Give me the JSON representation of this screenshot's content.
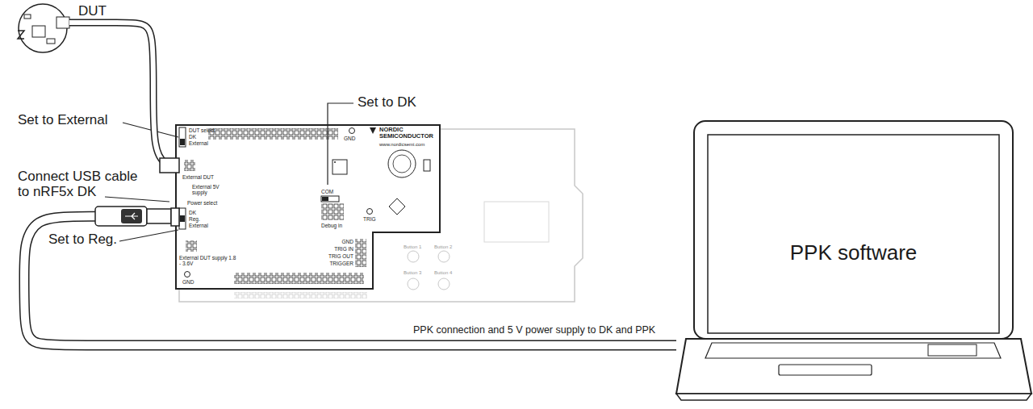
{
  "diagram": {
    "nodes": [
      {
        "text": [
          "DUT"
        ]
      },
      {
        "text": [
          "DUT select",
          "DK",
          "External",
          "External DUT",
          "External 5V supply",
          "Power select",
          "DK",
          "Reg.",
          "External",
          "External DUT supply 1.8 - 3.6V",
          "GND",
          "GND",
          "NORDIC SEMICONDUCTOR",
          "www.nordicsemi.com",
          "COM",
          "Debug in",
          "TRIG",
          "GND",
          "TRIG IN",
          "TRIG OUT",
          "TRIGGER"
        ]
      },
      {
        "text": [
          "PPK software"
        ]
      }
    ],
    "edges": [
      {
        "from": 0,
        "to": 1,
        "arrow": "none"
      },
      {
        "from": 1,
        "to": 2,
        "arrow": "none",
        "label": "PPK connection and 5 V power supply to DK and PPK"
      }
    ],
    "labels": [
      "Set to External",
      "Set to DK",
      "Connect USB cable to nRF5x DK",
      "Set to Reg.",
      "Button 1",
      "Button 2",
      "Button 3",
      "Button 4"
    ]
  }
}
